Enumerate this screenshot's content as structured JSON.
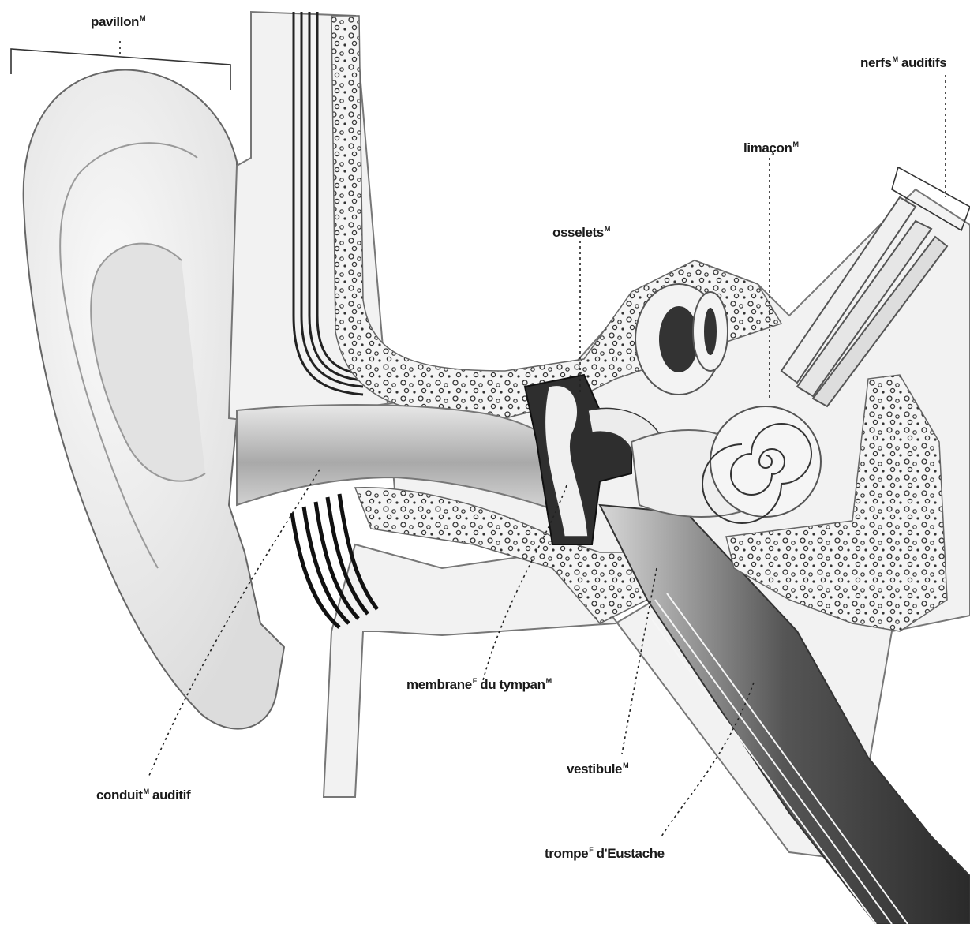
{
  "labels": {
    "pavillon": {
      "text": "pavillon",
      "sup": "M"
    },
    "nerfs": {
      "text": "nerfs",
      "sup": "M",
      "text2": " auditifs"
    },
    "limacon": {
      "text": "limaçon",
      "sup": "M"
    },
    "osselets": {
      "text": "osselets",
      "sup": "M"
    },
    "membrane": {
      "text": "membrane",
      "sup": "F",
      "text2": " du tympan",
      "sup2": "M"
    },
    "conduit": {
      "text": "conduit",
      "sup": "M",
      "text2": " auditif"
    },
    "vestibule": {
      "text": "vestibule",
      "sup": "M"
    },
    "trompe": {
      "text": "trompe",
      "sup": "F",
      "text2": " d'Eustache"
    }
  },
  "colors": {
    "skin": "#f3f3f3",
    "shade": "#c8c8c8",
    "dark": "#3a3a3a",
    "outline": "#555555"
  }
}
